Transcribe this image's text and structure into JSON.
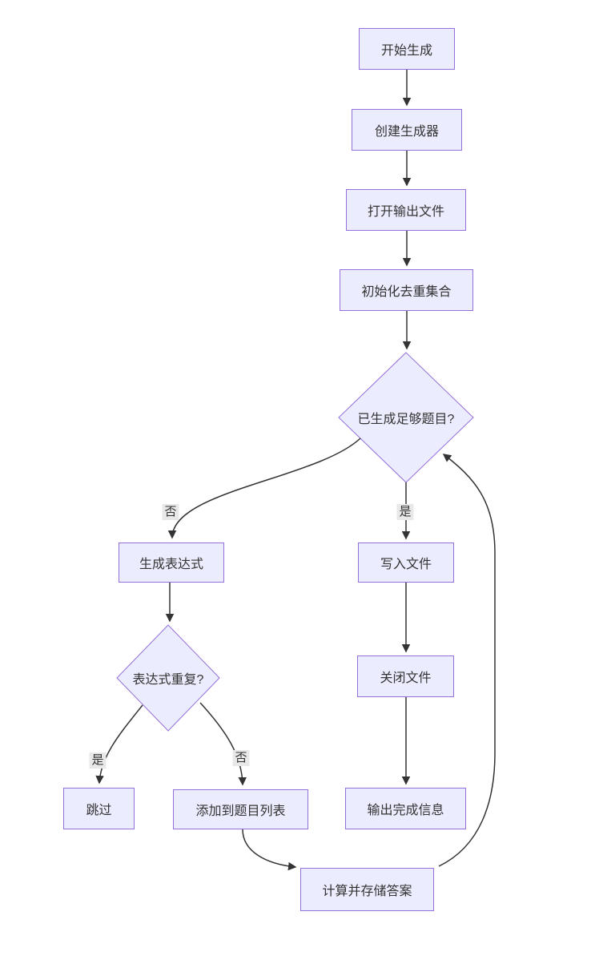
{
  "flowchart": {
    "title": "",
    "colors": {
      "node_fill": "#ECECFF",
      "node_border": "#9370DB",
      "edge": "#333333",
      "edge_label_bg": "#e8e8e8",
      "text": "#333333",
      "background": "#ffffff"
    },
    "nodes": [
      {
        "id": "start",
        "label": "开始生成",
        "shape": "rect"
      },
      {
        "id": "create_generator",
        "label": "创建生成器",
        "shape": "rect"
      },
      {
        "id": "open_output_file",
        "label": "打开输出文件",
        "shape": "rect"
      },
      {
        "id": "init_dedup_set",
        "label": "初始化去重集合",
        "shape": "rect"
      },
      {
        "id": "enough_generated",
        "label": "已生成足够题目?",
        "shape": "diamond"
      },
      {
        "id": "generate_expression",
        "label": "生成表达式",
        "shape": "rect"
      },
      {
        "id": "expression_duplicate",
        "label": "表达式重复?",
        "shape": "diamond"
      },
      {
        "id": "skip",
        "label": "跳过",
        "shape": "rect"
      },
      {
        "id": "add_to_question_list",
        "label": "添加到题目列表",
        "shape": "rect"
      },
      {
        "id": "write_file",
        "label": "写入文件",
        "shape": "rect"
      },
      {
        "id": "close_file",
        "label": "关闭文件",
        "shape": "rect"
      },
      {
        "id": "output_done_message",
        "label": "输出完成信息",
        "shape": "rect"
      },
      {
        "id": "compute_store_answer",
        "label": "计算并存储答案",
        "shape": "rect"
      }
    ],
    "edges": [
      {
        "from": "start",
        "to": "create_generator",
        "label": ""
      },
      {
        "from": "create_generator",
        "to": "open_output_file",
        "label": ""
      },
      {
        "from": "open_output_file",
        "to": "init_dedup_set",
        "label": ""
      },
      {
        "from": "init_dedup_set",
        "to": "enough_generated",
        "label": ""
      },
      {
        "from": "enough_generated",
        "to": "generate_expression",
        "label": "否"
      },
      {
        "from": "enough_generated",
        "to": "write_file",
        "label": "是"
      },
      {
        "from": "generate_expression",
        "to": "expression_duplicate",
        "label": ""
      },
      {
        "from": "expression_duplicate",
        "to": "skip",
        "label": "是"
      },
      {
        "from": "expression_duplicate",
        "to": "add_to_question_list",
        "label": "否"
      },
      {
        "from": "add_to_question_list",
        "to": "compute_store_answer",
        "label": ""
      },
      {
        "from": "compute_store_answer",
        "to": "enough_generated",
        "label": ""
      },
      {
        "from": "write_file",
        "to": "close_file",
        "label": ""
      },
      {
        "from": "close_file",
        "to": "output_done_message",
        "label": ""
      }
    ]
  }
}
